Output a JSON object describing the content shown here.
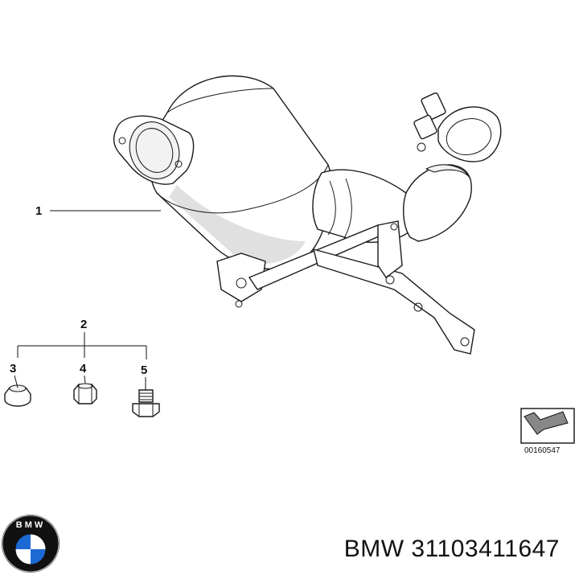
{
  "callouts": {
    "c1": "1",
    "c2": "2",
    "c3": "3",
    "c4": "4",
    "c5": "5"
  },
  "diagram_code": "00160547",
  "caption": "BMW 31103411647",
  "logo": {
    "lettering": "BMW",
    "colors": {
      "ring": "#111111",
      "blue": "#1c69d4",
      "white": "#ffffff"
    }
  },
  "icons": [
    "bmw-logo-icon",
    "arrow-diagram-icon"
  ]
}
